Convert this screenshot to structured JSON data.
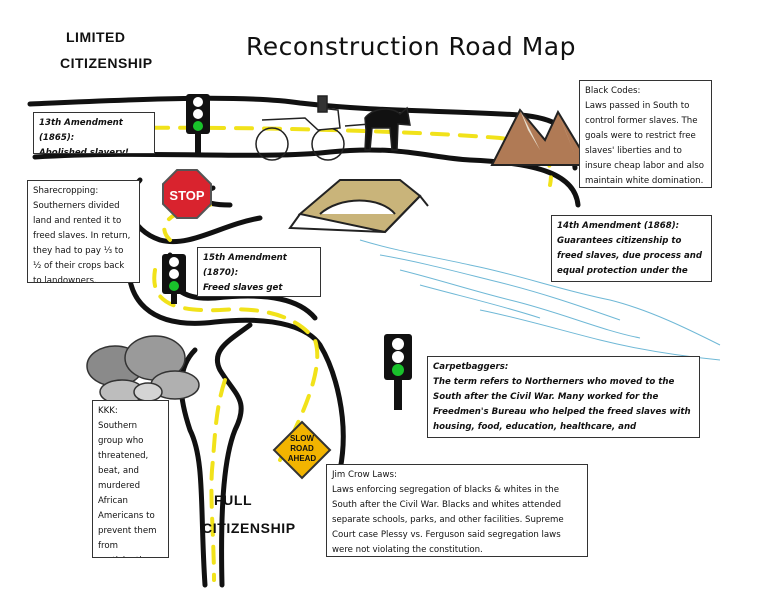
{
  "title": "Reconstruction Road Map",
  "start_label": {
    "line1": "LIMITED",
    "line2": "CITIZENSHIP"
  },
  "finish_label": {
    "line1": "FULL",
    "line2": "CITIZENSHIP"
  },
  "signs": {
    "stop": "STOP",
    "slow1": "SLOW",
    "slow2": "ROAD",
    "slow3": "AHEAD"
  },
  "boxes": {
    "amend13": {
      "title": "13th Amendment (1865):",
      "body": "Abolished slavery!"
    },
    "black_codes": {
      "title": "Black Codes:",
      "body": "Laws passed in South to control former slaves. The goals were to restrict free slaves' liberties and to insure cheap labor and also maintain white domination."
    },
    "sharecropping": {
      "title": "Sharecropping:",
      "body": "Southerners divided land and rented it to freed slaves. In return, they had to pay ⅓ to ½ of their crops back to landowners."
    },
    "amend14": {
      "title": "14th Amendment (1868):",
      "body": "Guarantees citizenship to freed slaves, due process and equal protection under the law."
    },
    "amend15": {
      "title": "15th Amendment (1870):",
      "body": "Freed slaves get voting rights."
    },
    "carpetbaggers": {
      "title": "Carpetbaggers:",
      "body": "The term refers to Northerners who moved to the South after the Civil War. Many worked for the Freedmen's Bureau who helped the freed slaves with housing, food, education, healthcare, and employment."
    },
    "kkk": {
      "title": "KKK:",
      "body": "Southern group who threatened, beat, and murdered African Americans to prevent them from participating in politics."
    },
    "jim_crow": {
      "title": "Jim Crow Laws:",
      "body": "Laws enforcing segregation of blacks & whites in the South after the Civil War. Blacks and whites attended separate schools, parks, and other facilities. Supreme Court case Plessy vs. Ferguson said segregation laws were not violating the constitution."
    }
  }
}
